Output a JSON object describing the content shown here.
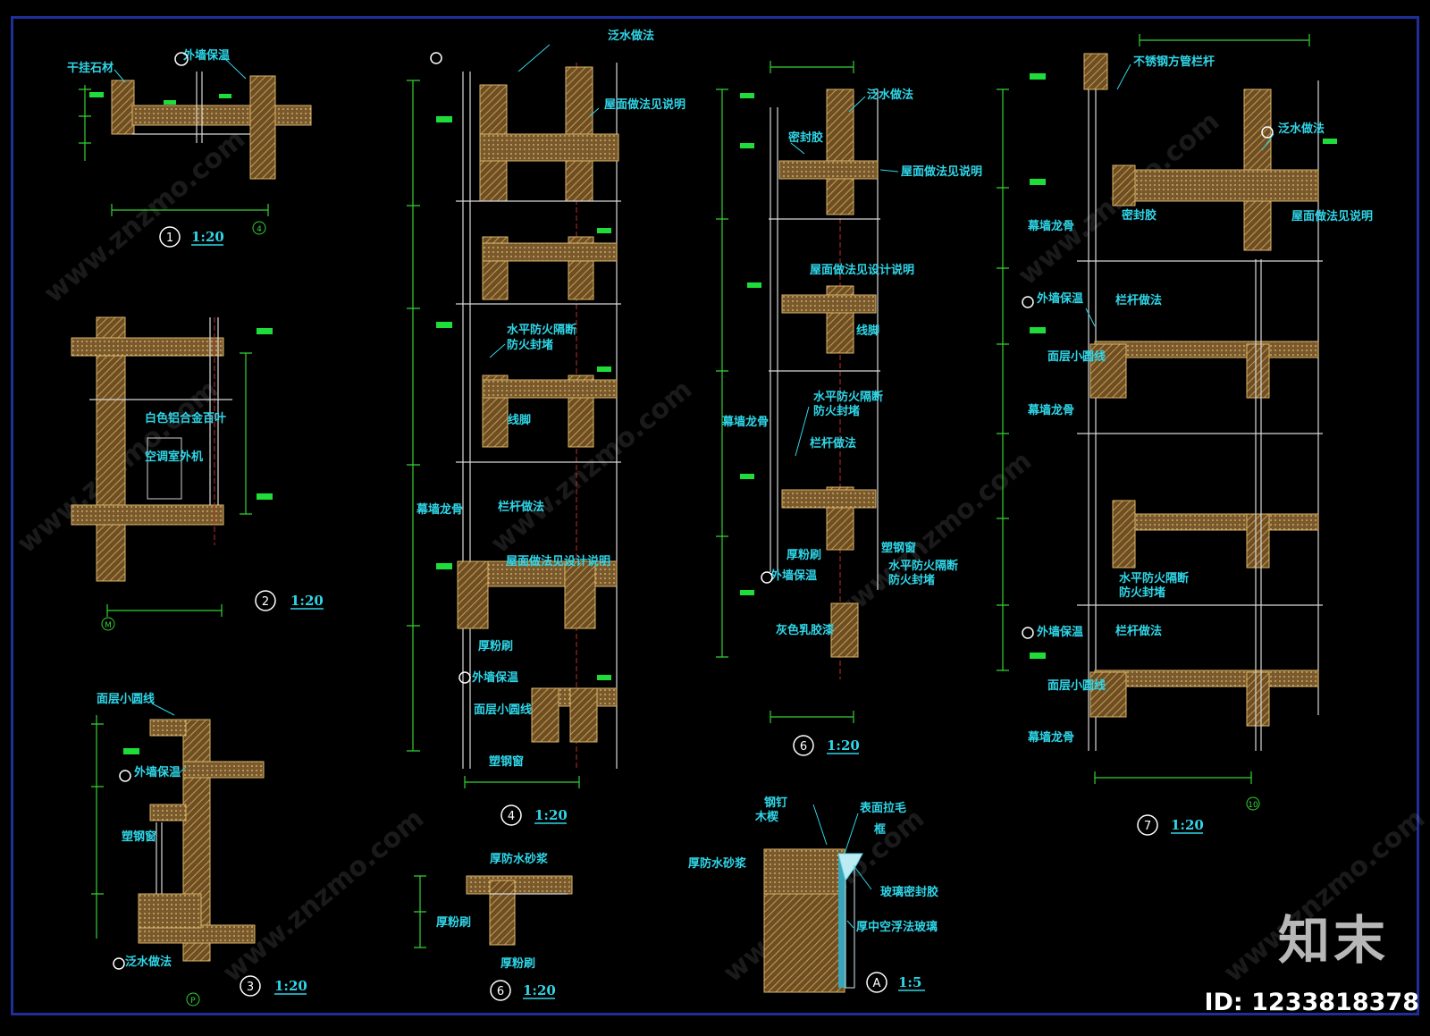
{
  "watermark": {
    "site": "www.znzmo.com",
    "brand": "知末",
    "id_label": "ID: 1233818378"
  },
  "details": [
    {
      "num": "1",
      "scale": "1:20",
      "axis": "4"
    },
    {
      "num": "2",
      "scale": "1:20",
      "axis": "M"
    },
    {
      "num": "3",
      "scale": "1:20",
      "axis": "P"
    },
    {
      "num": "4",
      "scale": "1:20"
    },
    {
      "num": "6",
      "scale": "1:20"
    },
    {
      "num": "6",
      "scale": "1:20"
    },
    {
      "num": "7",
      "scale": "1:20",
      "axis": "10"
    },
    {
      "num": "A",
      "scale": "1:5"
    }
  ],
  "labels": {
    "d1_stone": "干挂石材",
    "d1_eps": "外墙保温",
    "d2_louver": "白色铝合金百叶",
    "d2_ac": "空调室外机",
    "d3_small": "面层小圆线",
    "d3_eps": "外墙保温",
    "d3_glass": "塑钢窗",
    "d3_flash": "泛水做法",
    "d4_flash": "泛水做法",
    "d4_roof": "屋面做法见说明",
    "d4_fire": "水平防火隔断",
    "d4_fire2": "防火封堵",
    "d4_line": "线脚",
    "d4_curtain": "幕墙龙骨",
    "d4_rail": "栏杆做法",
    "d4_floor": "屋面做法见设计说明",
    "d4_plaster": "厚粉刷",
    "d4_eps2": "外墙保温",
    "d4_small": "面层小圆线",
    "d4_window": "塑钢窗",
    "d5_waterproof": "厚防水砂浆",
    "d5_plaster": "厚粉刷",
    "d5_plaster2": "厚粉刷",
    "d6_flash": "泛水做法",
    "d6_seal": "密封胶",
    "d6_roof": "屋面做法见说明",
    "d6_floor": "屋面做法见设计说明",
    "d6_line": "线脚",
    "d6_curtain": "幕墙龙骨",
    "d6_fire": "水平防火隔断",
    "d6_fire2": "防火封堵",
    "d6_rail": "栏杆做法",
    "d6_plaster": "厚粉刷",
    "d6_eps": "外墙保温",
    "d6_window": "塑钢窗",
    "d6_fire3": "水平防火隔断",
    "d6_fire4": "防火封堵",
    "d6_gray": "灰色乳胶漆",
    "d7_tube": "不锈钢方管栏杆",
    "d7_flash": "泛水做法",
    "d7_seal": "密封胶",
    "d7_roof": "屋面做法见说明",
    "d7_curtain": "幕墙龙骨",
    "d7_eps": "外墙保温",
    "d7_rail": "栏杆做法",
    "d7_small": "面层小圆线",
    "d7_curtain2": "幕墙龙骨",
    "d7_fire": "水平防火隔断",
    "d7_fire2": "防火封堵",
    "d7_eps2": "外墙保温",
    "d7_rail2": "栏杆做法",
    "d7_small2": "面层小圆线",
    "d7_curtain3": "幕墙龙骨",
    "dA_nail": "钢钉",
    "dA_wood": "木楔",
    "dA_hair": "表面拉毛",
    "dA_frame": "框",
    "dA_mortar": "厚防水砂浆",
    "dA_seal": "玻璃密封胶",
    "dA_glass": "厚中空浮法玻璃"
  }
}
